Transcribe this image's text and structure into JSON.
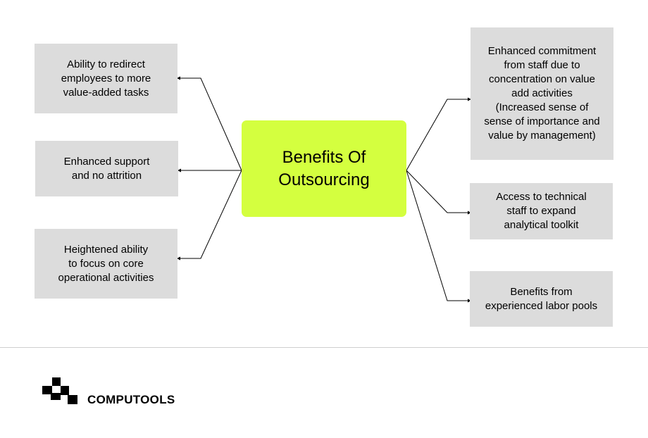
{
  "center": {
    "label": "Benefits Of\nOutsourcing",
    "color": "#d4ff3f"
  },
  "left_boxes": [
    {
      "label": "Ability to redirect\nemployees to more\nvalue-added tasks"
    },
    {
      "label": "Enhanced support\nand no attrition"
    },
    {
      "label": "Heightened ability\nto focus on core\noperational activities"
    }
  ],
  "right_boxes": [
    {
      "label": "Enhanced commitment\nfrom staff due to\nconcentration on value\nadd activities\n(Increased sense of\nsense of importance and\nvalue by management)"
    },
    {
      "label": "Access to technical\nstaff to expand\nanalytical toolkit"
    },
    {
      "label": "Benefits from\nexperienced labor pools"
    }
  ],
  "box_color": "#dcdcdc",
  "footer": {
    "brand": "COMPUTOOLS",
    "logo_icon": "computools-logo-icon"
  }
}
